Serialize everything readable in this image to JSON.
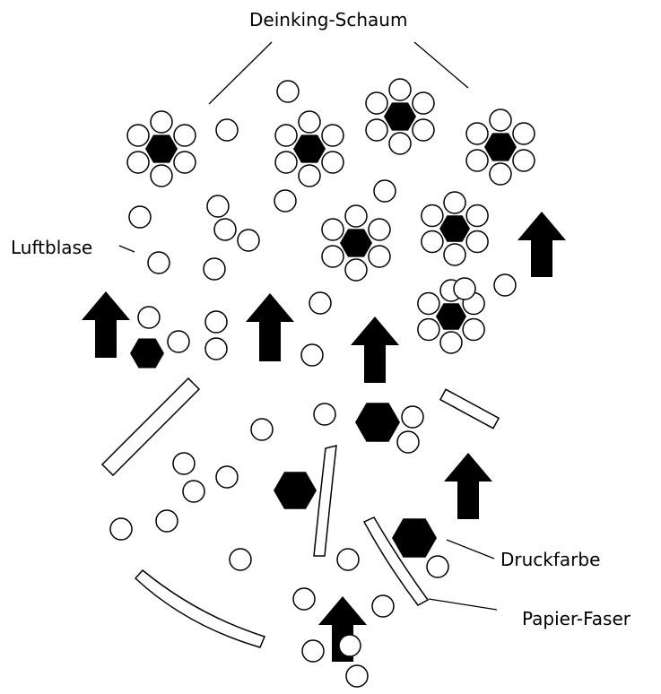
{
  "labels": {
    "foam": "Deinking-Schaum",
    "air_bubble": "Luftblase",
    "ink": "Druckfarbe",
    "fiber": "Papier-Faser"
  },
  "colors": {
    "ink": "#000000",
    "bubble_fill": "#ffffff",
    "outline": "#000000"
  },
  "legend_items": [
    {
      "key": "air_bubble",
      "shape": "circle"
    },
    {
      "key": "ink",
      "shape": "hexagon"
    },
    {
      "key": "fiber",
      "shape": "strip"
    },
    {
      "key": "foam",
      "shape": "cluster"
    }
  ]
}
